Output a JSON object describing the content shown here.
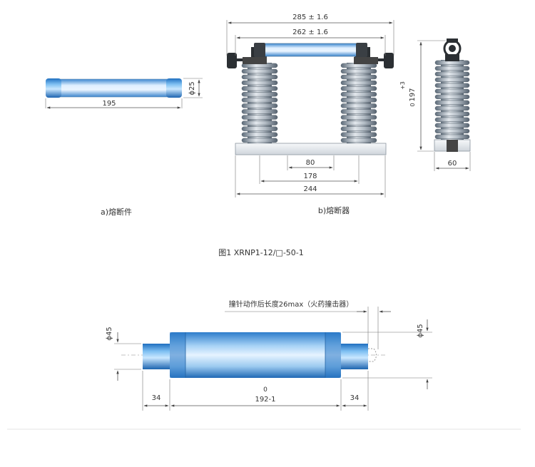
{
  "figure1": {
    "caption": "图1 XRNP1-12/□-50-1",
    "part_a": {
      "label": "a)熔断件",
      "dim_length": "195",
      "dim_diameter": "ϕ25"
    },
    "part_b": {
      "label": "b)熔断器",
      "dim_overall": "285 ± 1.6",
      "dim_inner": "262 ± 1.6",
      "dim_base_80": "80",
      "dim_base_178": "178",
      "dim_base_244": "244",
      "dim_height_main": "197",
      "dim_height_tol_upper": "+3",
      "dim_height_tol_lower": "0",
      "dim_side_width": "60"
    }
  },
  "figure2": {
    "striker_note": "撞针动作后长度26max（火药撞击器）",
    "dim_diameter_left": "ϕ45",
    "dim_diameter_right": "ϕ45",
    "dim_end_left": "34",
    "dim_end_right": "34",
    "dim_body_value": "192",
    "dim_body_tol_upper": "0",
    "dim_body_tol_lower": "-1"
  },
  "colors": {
    "porcelain": "#7f8fa0",
    "tube_blue": "#3b90d8",
    "tube_light": "#dbeeff",
    "base": "#e9ecef"
  }
}
